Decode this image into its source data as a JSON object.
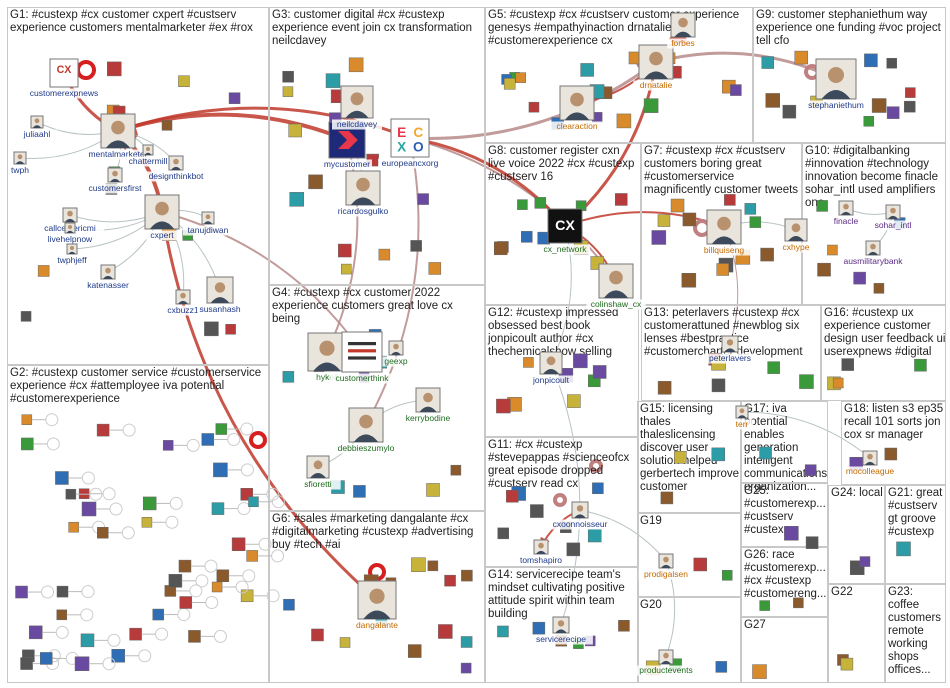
{
  "groups": [
    {
      "id": "G1",
      "label": "G1: #custexp #cx customer cxpert #custserv experience customers mentalmarketer #ex #rox"
    },
    {
      "id": "G2",
      "label": "G2: #custexp customer service #customerservice experience #cx #attemployee iva potential #customerexperience"
    },
    {
      "id": "G3",
      "label": "G3: customer digital #cx #custexp experience event join cx transformation neilcdavey"
    },
    {
      "id": "G4",
      "label": "G4: #custexp #cx customer 2022 experience customers great love cx being"
    },
    {
      "id": "G5",
      "label": "G5: #custexp #cx #custserv customer experience genesys #empathyinaction drnatalie #customerexperience cx"
    },
    {
      "id": "G6",
      "label": "G6: #sales #marketing dangalante #cx #digitalmarketing #custexp #advertising buy #tech #ai"
    },
    {
      "id": "G7",
      "label": "G7: #custexp #cx #custserv customers boring great #customerservice magnificently customer tweets"
    },
    {
      "id": "G8",
      "label": "G8: customer register cxn live voice 2022 #cx #custexp #custserv 16"
    },
    {
      "id": "G9",
      "label": "G9: customer stephaniethum way experience one funding #voc project tell cfo"
    },
    {
      "id": "G10",
      "label": "G10: #digitalbanking #innovation #technology innovation become finacle sohar_intl used amplifiers one"
    },
    {
      "id": "G11",
      "label": "G11: #cx #custexp #stevepappas #scienceofcx great episode dropped #custserv read cx"
    },
    {
      "id": "G12",
      "label": "G12: #custexp impressed obsessed best book jonpicoult author #cx thechemicalshow selling"
    },
    {
      "id": "G13",
      "label": "G13: peterlavers #custexp #cx customerattuned #newblog six lenses #bestpractice #customercharter development"
    },
    {
      "id": "G14",
      "label": "G14: servicerecipe team's mindset cultivating positive attitude spirit within team building"
    },
    {
      "id": "G15",
      "label": "G15: licensing thales thaleslicensing discover user solution helped gerbertech improve customer"
    },
    {
      "id": "G16",
      "label": "G16: #custexp ux experience customer design user feedback ui userexpnews #digital"
    },
    {
      "id": "G17",
      "label": "G17: iva potential enables generation intelligent communications organization..."
    },
    {
      "id": "G18",
      "label": "G18: listen s3 ep35 recall 101 sorts jon cox sr manager"
    },
    {
      "id": "G19",
      "label": "G19"
    },
    {
      "id": "G20",
      "label": "G20"
    },
    {
      "id": "G21",
      "label": "G21: great #custserv gt groove #custexp"
    },
    {
      "id": "G22",
      "label": "G22"
    },
    {
      "id": "G23",
      "label": "G23: coffee customers remote working shops offices..."
    },
    {
      "id": "G24",
      "label": "G24: local"
    },
    {
      "id": "G25",
      "label": "G25: #customerexp... #custserv #custexp..."
    },
    {
      "id": "G26",
      "label": "G26: race #customerexp... #cx #custexp #customereng..."
    },
    {
      "id": "G27",
      "label": "G27"
    }
  ],
  "nodes": [
    {
      "label": "customerexpnews",
      "color": "#1f3a8a",
      "icon": "cx-news-logo"
    },
    {
      "label": "mentalmarketer",
      "color": "#1f3a8a",
      "icon": "profile-photo"
    },
    {
      "label": "chattermill",
      "color": "#1f3a8a",
      "icon": "profile-photo"
    },
    {
      "label": "designthinkbot",
      "color": "#1f3a8a",
      "icon": "profile-photo"
    },
    {
      "label": "customersfirst",
      "color": "#1f3a8a",
      "icon": "profile-photo"
    },
    {
      "label": "juliaahl",
      "color": "#1f3a8a",
      "icon": "profile-photo"
    },
    {
      "label": "twph",
      "color": "#1f3a8a",
      "icon": "profile-photo"
    },
    {
      "label": "callcentericmi",
      "color": "#1f3a8a",
      "icon": "profile-photo"
    },
    {
      "label": "livehelpnow",
      "color": "#1f3a8a",
      "icon": "profile-photo"
    },
    {
      "label": "twphjeff",
      "color": "#1f3a8a",
      "icon": "profile-photo"
    },
    {
      "label": "katenasser",
      "color": "#1f3a8a",
      "icon": "profile-photo"
    },
    {
      "label": "cxpert",
      "color": "#1f3a8a",
      "icon": "profile-photo"
    },
    {
      "label": "tanujdiwan",
      "color": "#1f3a8a",
      "icon": "profile-photo"
    },
    {
      "label": "cxbuzz1",
      "color": "#1f3a8a",
      "icon": "profile-photo"
    },
    {
      "label": "susanhash",
      "color": "#1f3a8a",
      "icon": "profile-photo"
    },
    {
      "label": "mycustomer",
      "color": "#1f3a8a",
      "icon": "mycustomer-logo"
    },
    {
      "label": "europeancxorg",
      "color": "#1f3a8a",
      "icon": "ecxo-logo"
    },
    {
      "label": "neilcdavey",
      "color": "#1f3a8a",
      "icon": "profile-photo"
    },
    {
      "label": "ricardosgulko",
      "color": "#1f3a8a",
      "icon": "profile-photo"
    },
    {
      "label": "hykell",
      "color": "#1f6b1f",
      "icon": "profile-photo"
    },
    {
      "label": "customerthink",
      "color": "#1f6b1f",
      "icon": "customerthink-logo"
    },
    {
      "label": "geexp",
      "color": "#1f6b1f",
      "icon": "profile-photo"
    },
    {
      "label": "kerrybodine",
      "color": "#1f6b1f",
      "icon": "profile-photo"
    },
    {
      "label": "debbieszumylo",
      "color": "#1f6b1f",
      "icon": "profile-photo"
    },
    {
      "label": "sfioretti",
      "color": "#1f6b1f",
      "icon": "profile-photo"
    },
    {
      "label": "drnatalie",
      "color": "#c46a00",
      "icon": "profile-photo"
    },
    {
      "label": "clearaction",
      "color": "#c46a00",
      "icon": "profile-photo"
    },
    {
      "label": "forbes",
      "color": "#c46a00",
      "icon": "profile-photo"
    },
    {
      "label": "cx_network",
      "color": "#1f6b1f",
      "icon": "cx-network-logo"
    },
    {
      "label": "colinshaw_cx",
      "color": "#1f6b1f",
      "icon": "profile-photo"
    },
    {
      "label": "billquiseng",
      "color": "#c46a00",
      "icon": "profile-photo"
    },
    {
      "label": "cxhype",
      "color": "#c46a00",
      "icon": "profile-photo"
    },
    {
      "label": "stephaniethum",
      "color": "#1f3a8a",
      "icon": "profile-photo"
    },
    {
      "label": "finacle",
      "color": "#5b2a86",
      "icon": "profile-photo"
    },
    {
      "label": "sohar_intl",
      "color": "#5b2a86",
      "icon": "profile-photo"
    },
    {
      "label": "ausmilitarybank",
      "color": "#5b2a86",
      "icon": "profile-photo"
    },
    {
      "label": "jonpicoult",
      "color": "#1f3a8a",
      "icon": "profile-photo"
    },
    {
      "label": "peterlavers",
      "color": "#1f3a8a",
      "icon": "profile-photo"
    },
    {
      "label": "cxoonnoisseur",
      "color": "#1f3a8a",
      "icon": "profile-photo"
    },
    {
      "label": "tomshapiro",
      "color": "#1f3a8a",
      "icon": "profile-photo"
    },
    {
      "label": "dangalante",
      "color": "#c46a00",
      "icon": "profile-photo"
    },
    {
      "label": "servicerecipe",
      "color": "#1f3a8a",
      "icon": "profile-photo"
    },
    {
      "label": "prodigalsen",
      "color": "#c46a00",
      "icon": "profile-photo"
    },
    {
      "label": "productevents",
      "color": "#1f6b1f",
      "icon": "profile-photo"
    },
    {
      "label": "mocolleague",
      "color": "#c46a00",
      "icon": "profile-photo"
    },
    {
      "label": "terr",
      "color": "#c46a00",
      "icon": "profile-photo"
    }
  ]
}
